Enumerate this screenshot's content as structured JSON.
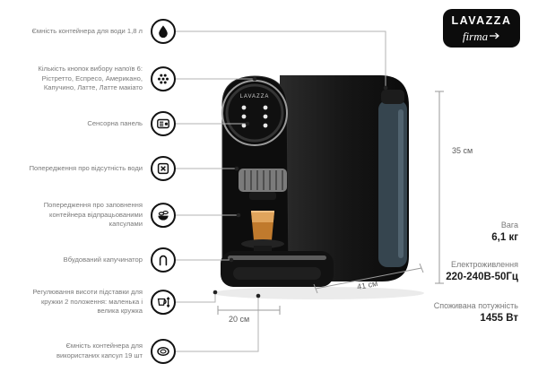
{
  "brand": {
    "name": "LAVAZZA",
    "script": "firma"
  },
  "machine": {
    "display_brand": "LAVAZZA",
    "body_color": "#161616",
    "tank_color": "#36454f",
    "coffee_color": "#c07a2d"
  },
  "features": [
    {
      "label": "Ємність контейнера для води 1,8 л",
      "icon": "water-drop"
    },
    {
      "label": "Кількість кнопок вибору напоїв 6: Рістретто, Еспресо, Американо, Капучино, Латте, Латте макіато",
      "icon": "drink-buttons"
    },
    {
      "label": "Сенсорна панель",
      "icon": "touch-panel"
    },
    {
      "label": "Попередження про відсутність води",
      "icon": "no-water-warning"
    },
    {
      "label": "Попередження про заповнення контейнера відпрацьованими капсулами",
      "icon": "used-capsules-warning"
    },
    {
      "label": "Вбудований капучинатор",
      "icon": "milk-frother"
    },
    {
      "label": "Регулювання висоти підставки для кружки 2 положення: маленька і велика кружка",
      "icon": "cup-height"
    },
    {
      "label": "Ємність контейнера для використаних капсул 19 шт",
      "icon": "capsule"
    }
  ],
  "dimensions": {
    "height": "35 см",
    "depth": "41 см",
    "width": "20 см"
  },
  "specs": [
    {
      "label": "Вага",
      "value": "6,1 кг"
    },
    {
      "label": "Електроживлення",
      "value": "220-240В-50Гц"
    },
    {
      "label": "Споживана потужність",
      "value": "1455 Вт"
    }
  ],
  "colors": {
    "callout_line": "#b3b3b3",
    "dot": "#222222"
  }
}
